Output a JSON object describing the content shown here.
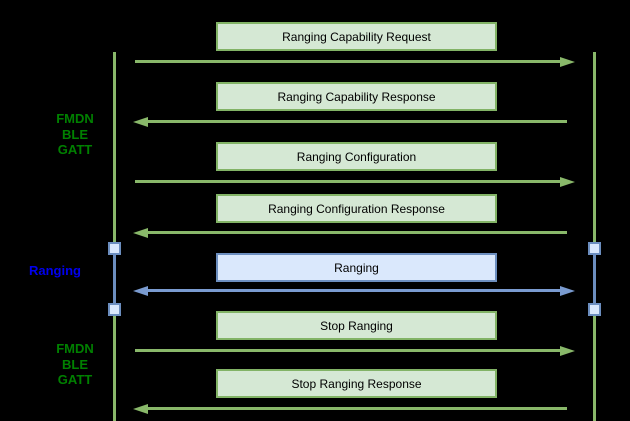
{
  "diagram": {
    "type": "sequence-diagram",
    "phases": [
      {
        "label": "FMDN\nBLE\nGATT",
        "color_name": "green"
      },
      {
        "label": "Ranging",
        "color_name": "blue"
      },
      {
        "label": "FMDN\nBLE\nGATT",
        "color_name": "green"
      }
    ],
    "messages": [
      {
        "label": "Ranging Capability Request",
        "direction": "right",
        "channel": "gatt"
      },
      {
        "label": "Ranging Capability Response",
        "direction": "left",
        "channel": "gatt"
      },
      {
        "label": "Ranging Configuration",
        "direction": "right",
        "channel": "gatt"
      },
      {
        "label": "Ranging Configuration Response",
        "direction": "left",
        "channel": "gatt"
      },
      {
        "label": "Ranging",
        "direction": "both",
        "channel": "ranging"
      },
      {
        "label": "Stop Ranging",
        "direction": "right",
        "channel": "gatt"
      },
      {
        "label": "Stop Ranging Response",
        "direction": "left",
        "channel": "gatt"
      }
    ],
    "colors": {
      "background": "#000000",
      "green_fill": "#d5e8d4",
      "green_stroke": "#82b366",
      "green_arrow": "#89b86a",
      "blue_fill": "#dae8fc",
      "blue_stroke": "#6c8ebf",
      "blue_arrow": "#7a9bd0",
      "label_green": "#008000",
      "label_blue": "#0000ee"
    }
  }
}
